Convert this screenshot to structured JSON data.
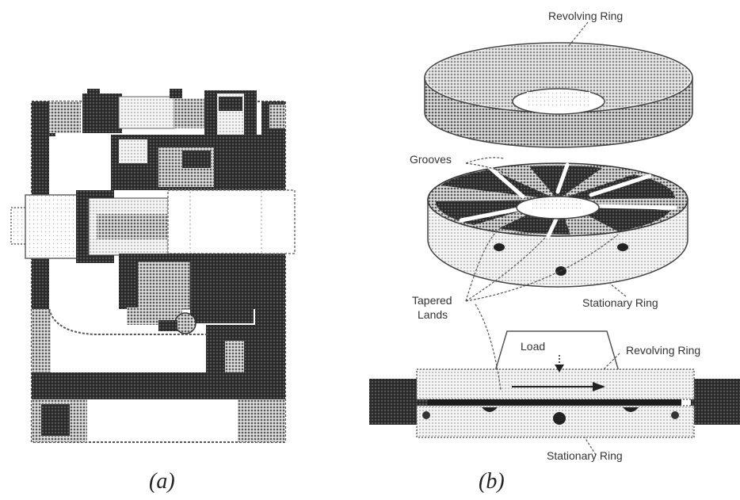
{
  "panels": [
    {
      "id": "a",
      "label": "(a)"
    },
    {
      "id": "b",
      "label": "(b)"
    }
  ],
  "callouts": {
    "revolving_ring_top": "Revolving Ring",
    "grooves": "Grooves",
    "tapered_lands_line1": "Tapered",
    "tapered_lands_line2": "Lands",
    "stationary_ring_mid": "Stationary Ring",
    "load": "Load",
    "revolving_ring_section": "Revolving Ring",
    "stationary_ring_bottom": "Stationary Ring"
  },
  "colors": {
    "dark": "#1e1e1e",
    "mid": "#6e6e6e",
    "light": "#b9b9b9",
    "line": "#333333"
  }
}
